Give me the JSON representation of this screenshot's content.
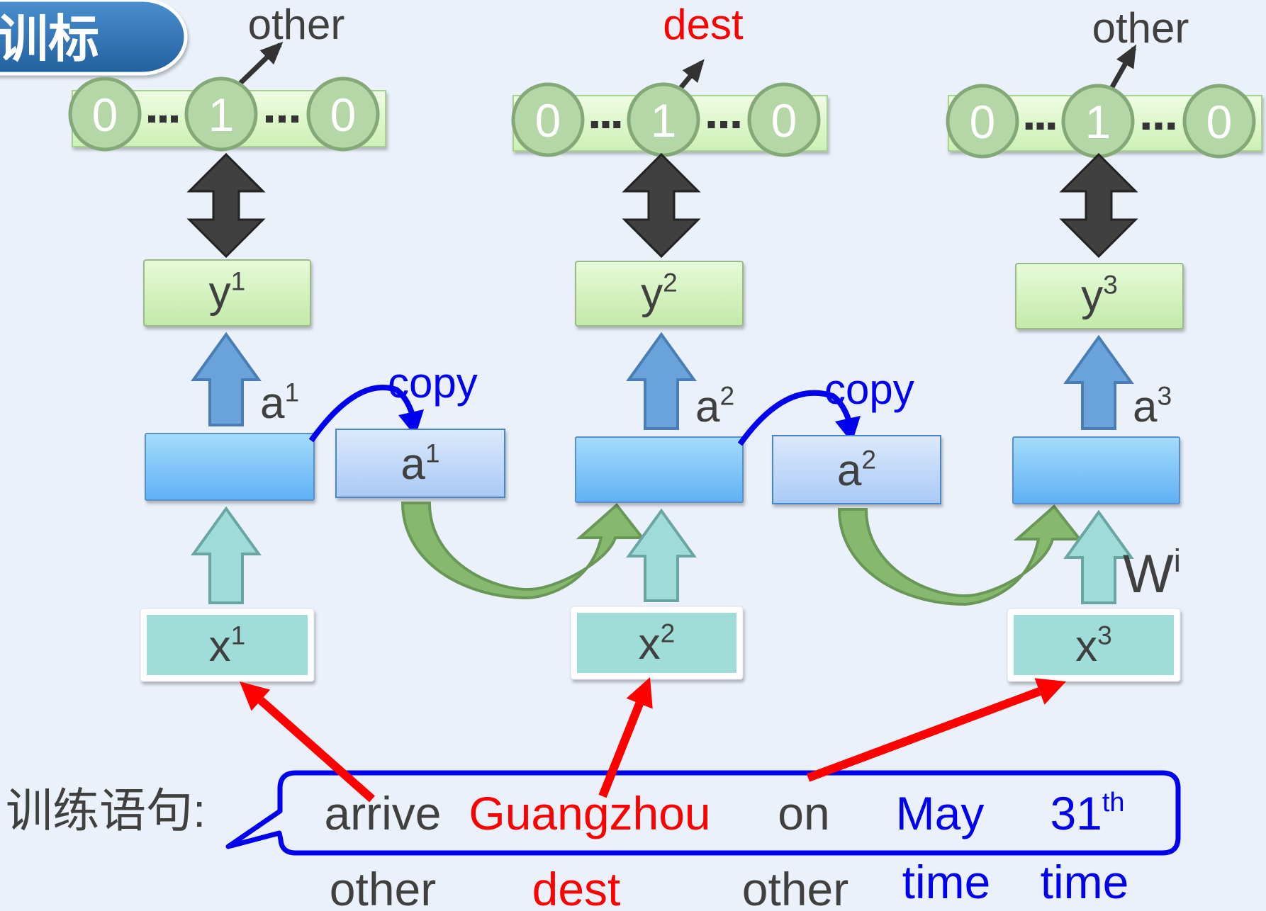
{
  "header": {
    "title_fragment": "训标"
  },
  "colors": {
    "background": "#eaf1fa",
    "dest": "#ff0000",
    "time": "#0000ee",
    "other": "#404040",
    "copy": "#0000ee",
    "arrow_red": "#ff0000"
  },
  "steps": [
    {
      "output_label": "other",
      "output_color": "#404040",
      "onehot": [
        "0",
        "1",
        "0"
      ],
      "y_label": "y",
      "y_sup": "1",
      "a_label": "a",
      "a_sup": "1",
      "x_label": "x",
      "x_sup": "1",
      "copy_label": "copy",
      "copy_box_label": "a",
      "copy_box_sup": "1"
    },
    {
      "output_label": "dest",
      "output_color": "#ff0000",
      "onehot": [
        "0",
        "1",
        "0"
      ],
      "y_label": "y",
      "y_sup": "2",
      "a_label": "a",
      "a_sup": "2",
      "x_label": "x",
      "x_sup": "2",
      "copy_label": "copy",
      "copy_box_label": "a",
      "copy_box_sup": "2"
    },
    {
      "output_label": "other",
      "output_color": "#404040",
      "onehot": [
        "0",
        "1",
        "0"
      ],
      "y_label": "y",
      "y_sup": "3",
      "a_label": "a",
      "a_sup": "3",
      "x_label": "x",
      "x_sup": "3",
      "weight_label": "W",
      "weight_sup": "i"
    }
  ],
  "sentence": {
    "prefix": "训练语句:",
    "words": [
      {
        "text": "arrive",
        "sup": "",
        "color": "#404040",
        "slot": "other",
        "slot_color": "#404040"
      },
      {
        "text": "Guangzhou",
        "sup": "",
        "color": "#ff0000",
        "slot": "dest",
        "slot_color": "#ff0000"
      },
      {
        "text": "on",
        "sup": "",
        "color": "#404040",
        "slot": "other",
        "slot_color": "#404040"
      },
      {
        "text": "May",
        "sup": "",
        "color": "#0000ee",
        "slot": "time",
        "slot_color": "#0000ee"
      },
      {
        "text": "31",
        "sup": "th",
        "color": "#0000ee",
        "slot": "time",
        "slot_color": "#0000ee"
      }
    ]
  }
}
